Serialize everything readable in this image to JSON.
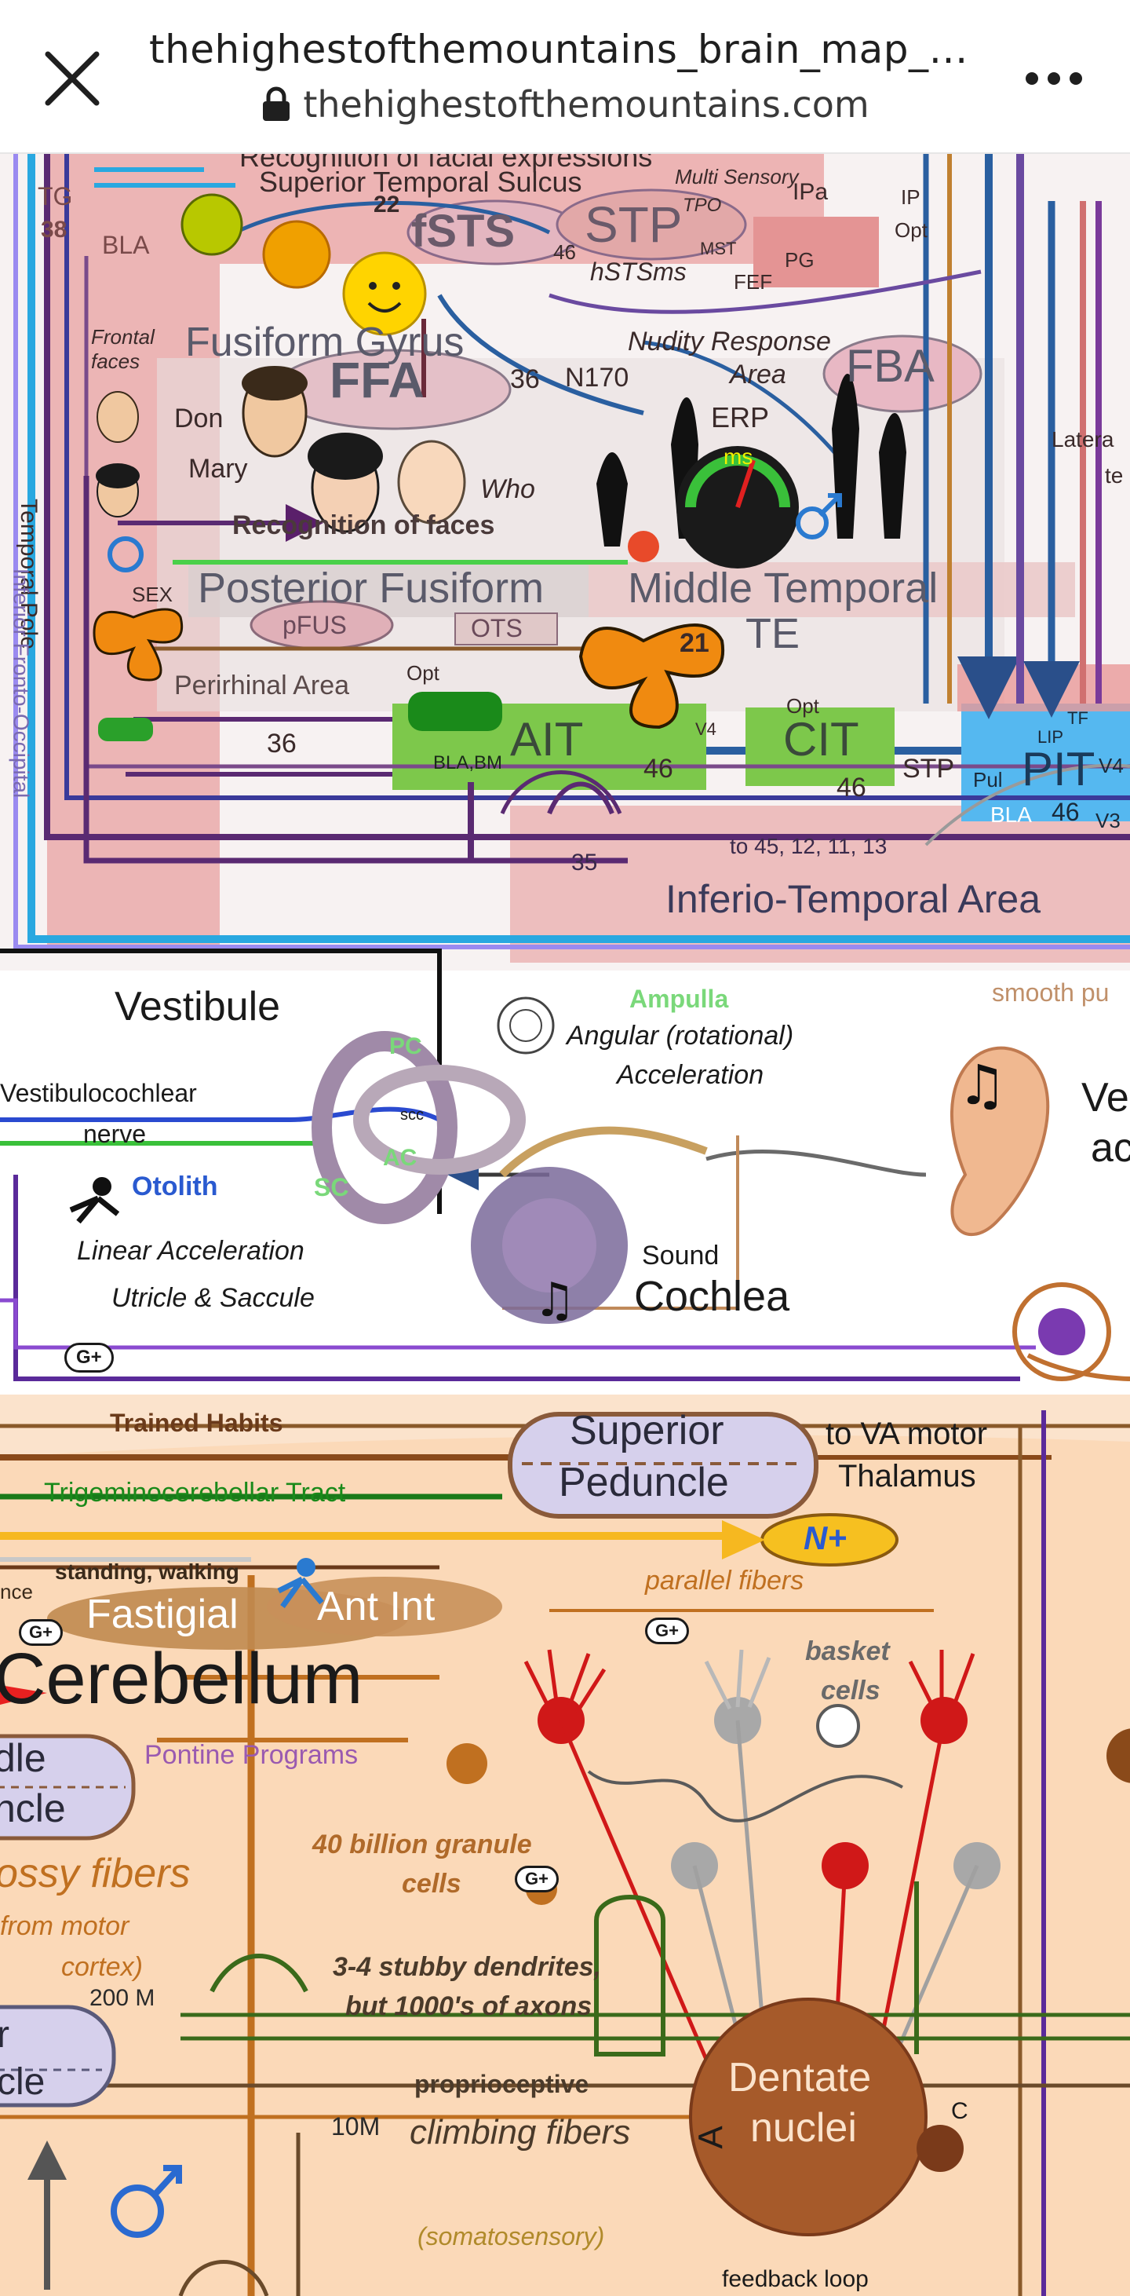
{
  "browser": {
    "title": "thehighestofthemountains_brain_map_1...",
    "url": "thehighestofthemountains.com",
    "close_icon": "close-icon",
    "lock_icon": "lock-icon",
    "menu_icon": "more-horizontal-icon"
  },
  "map": {
    "temporal": {
      "recognition_facial": "Recognition of facial expressions",
      "superior_temporal_sulcus": "Superior Temporal Sulcus",
      "tg": "TG",
      "n38": "38",
      "bla": "BLA",
      "fsts": "fSTS",
      "n22": "22",
      "stp": "STP",
      "hstsms": "hSTSms",
      "n46a": "46",
      "multi_sensory": "Multi Sensory",
      "tpo": "TPO",
      "ipa": "IPa",
      "mst": "MST",
      "pg": "PG",
      "fef": "FEF",
      "opt1": "Opt",
      "ip": "IP",
      "frontal_faces": "Frontal faces",
      "fusiform_gyrus": "Fusiform Gyrus",
      "nudity_response": "Nudity Response",
      "area": "Area",
      "ffa": "FFA",
      "n36a": "36",
      "n170": "N170",
      "fba": "FBA",
      "erp": "ERP",
      "ms": "ms",
      "temporal_pole": "Temporal Pole",
      "inferior_fronto_occipital": "Inferior Fronto-Occipital",
      "don": "Don",
      "mary": "Mary",
      "who": "Who",
      "recognition_faces": "Recognition of faces",
      "sex": "SEX",
      "posterior_fusiform": "Posterior Fusiform",
      "middle_temporal": "Middle Temporal",
      "pfus": "pFUS",
      "ots": "OTS",
      "te": "TE",
      "n21": "21",
      "perirhinal": "Perirhinal Area",
      "opt2": "Opt",
      "opt3": "Opt",
      "v4": "V4",
      "n36b": "36",
      "ait": "AIT",
      "bla_bm": "BLA,BM",
      "n46b": "46",
      "cit": "CIT",
      "n46c": "46",
      "stp2": "STP",
      "pul": "Pul",
      "pit": "PIT",
      "lip": "LIP",
      "tf": "TF",
      "bla2": "BLA",
      "n46d": "46",
      "v4b": "V4",
      "v3": "V3",
      "to_45": "to 45, 12, 11, 13",
      "n35": "35",
      "inferio_temporal": "Inferio-Temporal Area",
      "lateral": "Latera",
      "te_cut": "te"
    },
    "vestibular": {
      "vestibule": "Vestibule",
      "pc": "PC",
      "vestibulocochlear": "Vestibulocochlear",
      "nerve": "nerve",
      "scc": "scc",
      "ac": "AC",
      "sc": "SC",
      "otolith": "Otolith",
      "linear_acceleration": "Linear Acceleration",
      "utricle_saccule": "Utricle & Saccule",
      "ampulla": "Ampulla",
      "angular": "Angular (rotational)",
      "acceleration": "Acceleration",
      "smooth": "smooth pu",
      "ve": "Ve",
      "ac_cut": "ac",
      "sound": "Sound",
      "cochlea": "Cochlea",
      "gplus": "G+"
    },
    "cerebellum": {
      "trained_habits": "Trained Habits",
      "trigeminocerebellar": "Trigeminocerebellar Tract",
      "superior": "Superior",
      "peduncle": "Peduncle",
      "to_va_motor": "to VA motor",
      "thalamus": "Thalamus",
      "nplus": "N+",
      "standing_walking": "standing, walking",
      "nce": "nce",
      "parallel_fibers": "parallel fibers",
      "gplus1": "G+",
      "fastigial": "Fastigial",
      "ant_int": "Ant Int",
      "gplus2": "G+",
      "cerebellum": "Cerebellum",
      "basket": "basket",
      "cells": "cells",
      "dle": "dle",
      "ncle": "ncle",
      "pontine": "Pontine Programs",
      "granule_line1": "40 billion granule",
      "granule_line2": "cells",
      "gplus3": "G+",
      "mossy": "ossy fibers",
      "from_motor": "from motor",
      "cortex": "cortex)",
      "stubby1": "3-4 stubby dendrites,",
      "stubby2": "but 1000's of axons",
      "m200": "200 M",
      "r": "r",
      "cle": "cle",
      "proprioceptive": "proprioceptive",
      "m10": "10M",
      "climbing": "climbing fibers",
      "dentate": "Dentate",
      "nuclei": "nuclei",
      "a": "A",
      "c": "C",
      "somatosensory": "(somatosensory)",
      "feedback": "feedback loop"
    }
  }
}
